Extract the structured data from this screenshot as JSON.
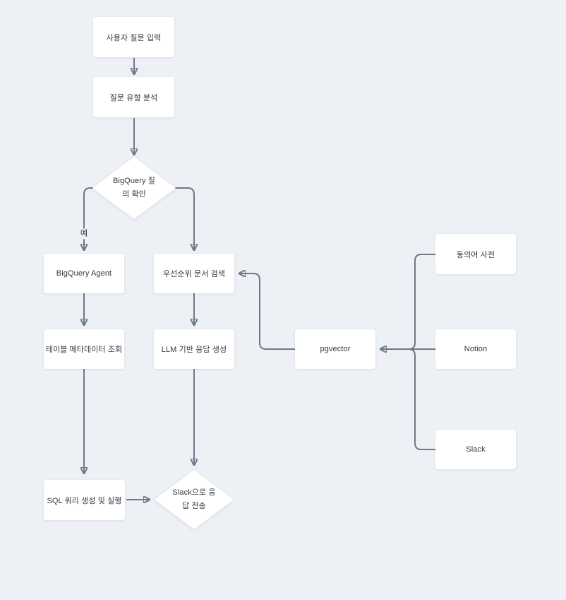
{
  "diagram": {
    "background_color": "#edf0f4",
    "node_background_color": "#ffffff",
    "connector_color": "#6e7a89",
    "text_color": "#2f3945",
    "nodes": {
      "user_input": {
        "label": "사용자 질문 입력",
        "shape": "rect"
      },
      "question_type_analysis": {
        "label": "질문 유형 분석",
        "shape": "rect"
      },
      "bigquery_check": {
        "label": "BigQuery 질의 확인",
        "shape": "diamond"
      },
      "bigquery_agent": {
        "label": "BigQuery Agent",
        "shape": "rect"
      },
      "priority_doc_search": {
        "label": "우선순위 문서 검색",
        "shape": "rect"
      },
      "table_metadata_lookup": {
        "label": "테이블 메타데이터 조회",
        "shape": "rect"
      },
      "llm_response_generation": {
        "label": "LLM 기반 응답 생성",
        "shape": "rect"
      },
      "pgvector": {
        "label": "pgvector",
        "shape": "rect"
      },
      "synonym_dictionary": {
        "label": "동의어 사전",
        "shape": "rect"
      },
      "notion": {
        "label": "Notion",
        "shape": "rect"
      },
      "slack": {
        "label": "Slack",
        "shape": "rect"
      },
      "sql_query_generation_execution": {
        "label": "SQL 쿼리 생성 및 실행",
        "shape": "rect"
      },
      "slack_send_response": {
        "label": "Slack으로 응답 전송",
        "shape": "diamond"
      }
    },
    "edge_labels": {
      "yes": "예"
    }
  }
}
